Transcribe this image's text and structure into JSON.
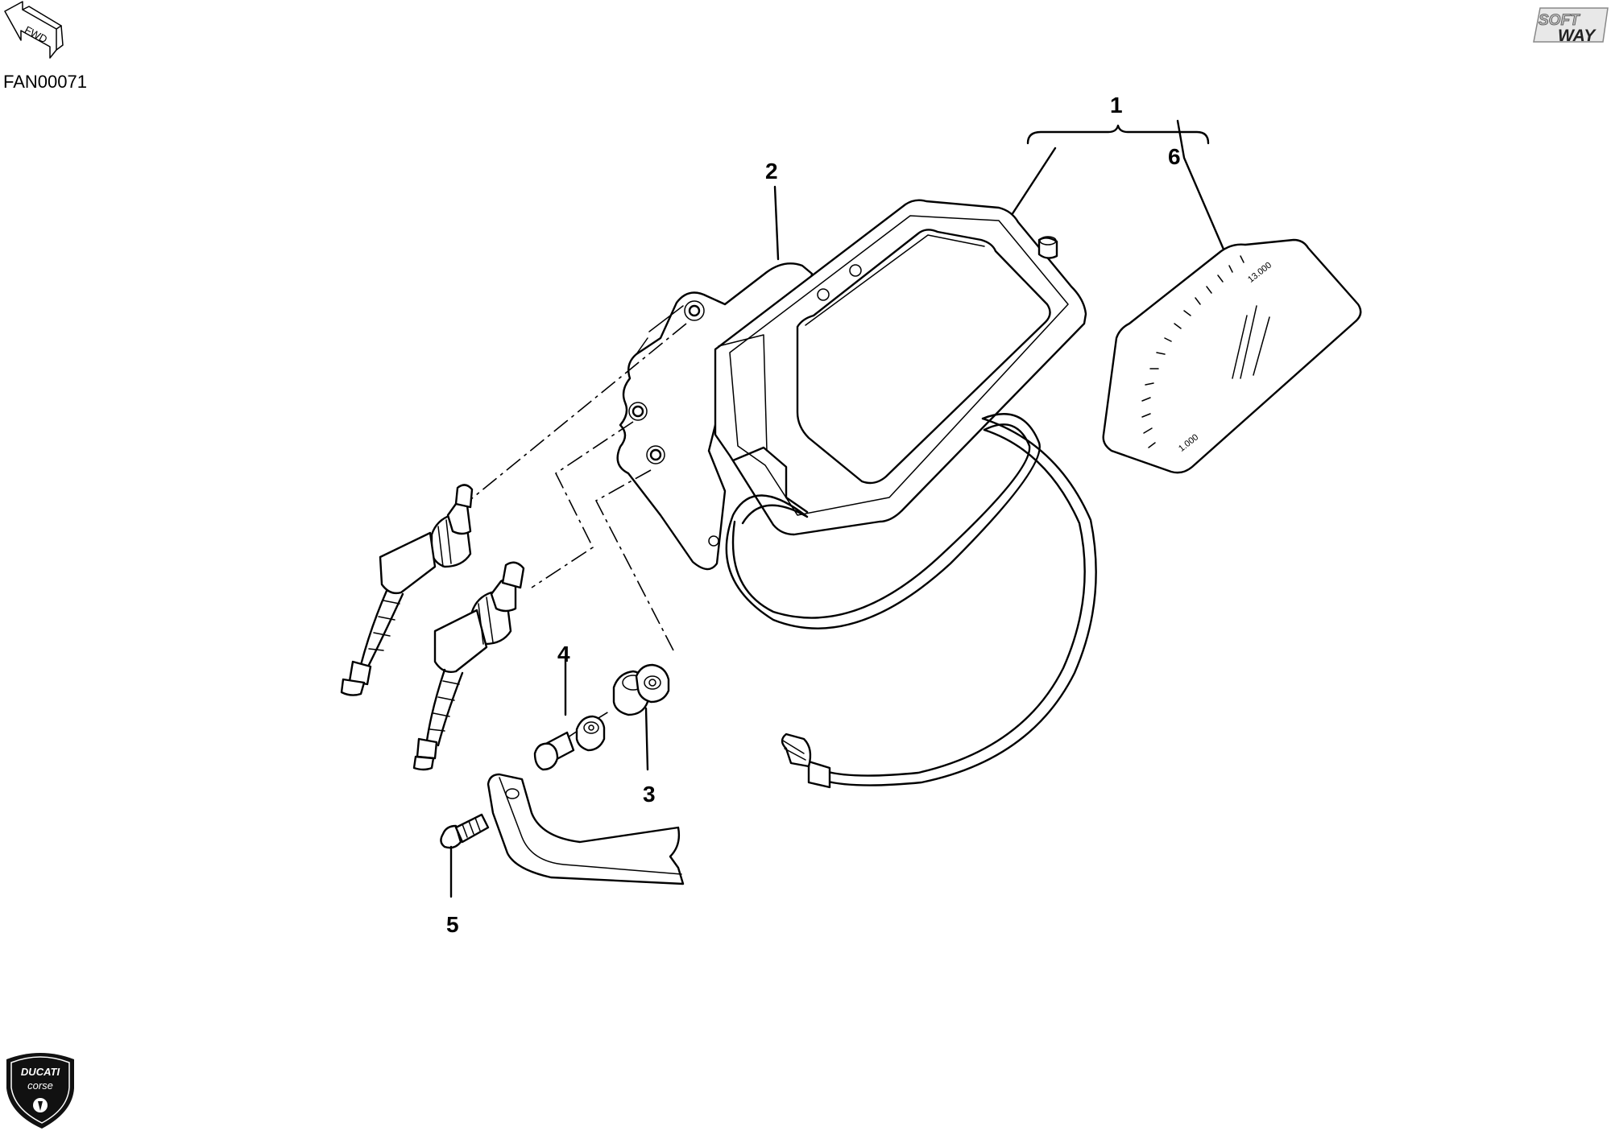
{
  "header": {
    "fwd_label": "FWD",
    "drawing_code": "FAN00071"
  },
  "logos": {
    "softway_line1": "SOFT",
    "softway_line2": "WAY",
    "ducati_line1": "DUCATI",
    "ducati_line2": "corse"
  },
  "callouts": [
    {
      "id": "1",
      "label": "1"
    },
    {
      "id": "2",
      "label": "2"
    },
    {
      "id": "3",
      "label": "3"
    },
    {
      "id": "4",
      "label": "4"
    },
    {
      "id": "5",
      "label": "5"
    },
    {
      "id": "6",
      "label": "6"
    }
  ],
  "dial": {
    "max_label": "13.000",
    "min_label": "1.000"
  }
}
